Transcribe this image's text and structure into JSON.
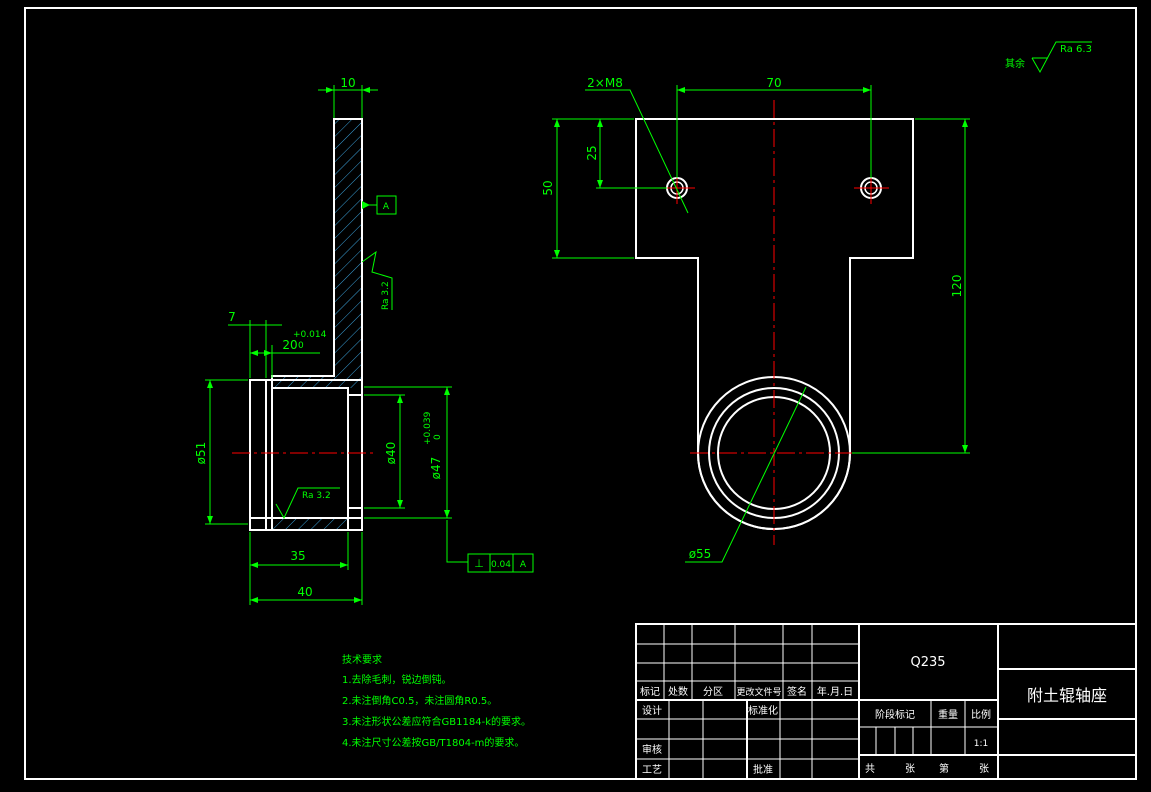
{
  "colors": {
    "background": "#000000",
    "outline": "#ffffff",
    "dimension": "#00ff00",
    "centerline": "#ff0000",
    "hatch": "#3aa0d8"
  },
  "surface_finish": {
    "other_label": "其余",
    "other_value": "Ra 6.3",
    "face_left": "Ra 3.2",
    "bore": "Ra 3.2"
  },
  "datum": {
    "label": "A"
  },
  "dims": {
    "flange_thickness": "10",
    "groove_width": "7",
    "recess_depth": "20",
    "recess_tol": "+0.014",
    "recess_tol_lower": "0",
    "outer_dia": "ø51",
    "inner_dia": "ø40",
    "bore_dia": "ø47",
    "bore_tol": "+0.039",
    "bore_tol_lower": "0",
    "length_35": "35",
    "length_40": "40",
    "holes": "2×M8",
    "hole_spacing": "70",
    "height_50": "50",
    "height_25": "25",
    "height_120": "120",
    "boss_dia": "ø55"
  },
  "gdt": {
    "symbol": "⊥",
    "value": "0.04",
    "datum": "A"
  },
  "tech_req": {
    "title": "技术要求",
    "items": [
      "1.去除毛刺，锐边倒钝。",
      "2.未注倒角C0.5，未注圆角R0.5。",
      "3.未注形状公差应符合GB1184-k的要求。",
      "4.未注尺寸公差按GB/T1804-m的要求。"
    ]
  },
  "title_block": {
    "material": "Q235",
    "part_name": "附土辊轴座",
    "rev_headers": [
      "标记",
      "处数",
      "分区",
      "更改文件号",
      "签名",
      "年.月.日"
    ],
    "designer": "设计",
    "standardize": "标准化",
    "review": "审核",
    "process": "工艺",
    "approve": "批准",
    "stage_mark": "阶段标记",
    "weight": "重量",
    "scale": "比例",
    "scale_value": "1:1",
    "total": "共",
    "sheets": "张",
    "sheet_no": "第",
    "sheet_word": "张"
  }
}
